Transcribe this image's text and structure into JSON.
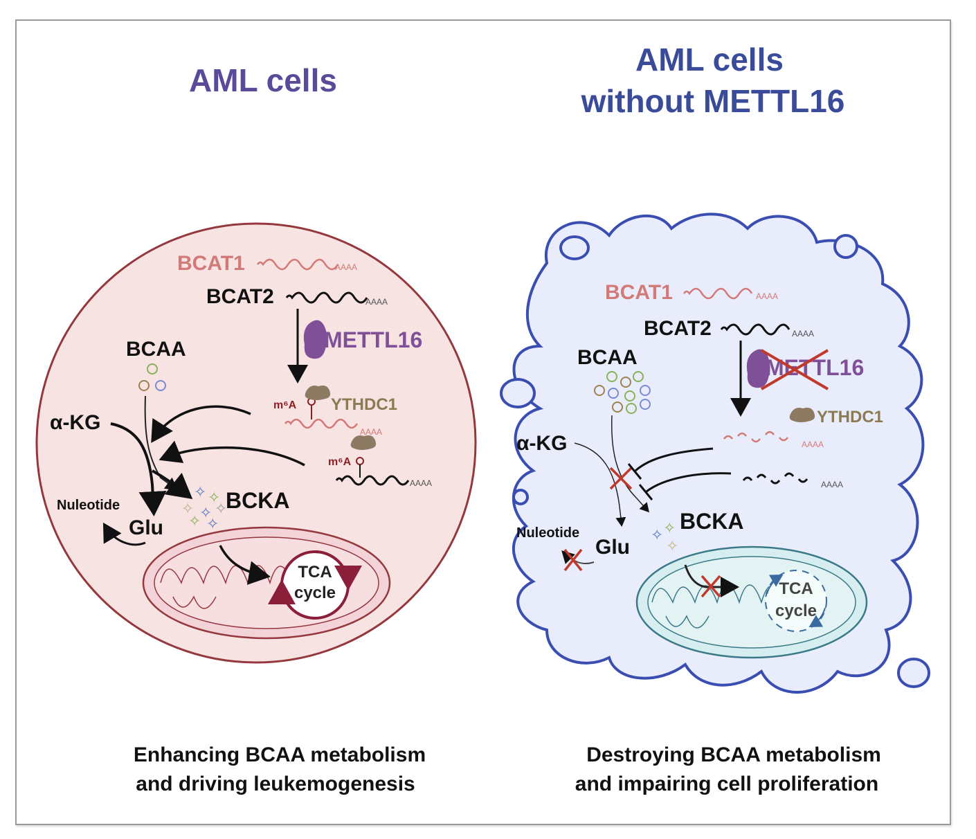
{
  "left": {
    "title": "AML cells",
    "bcat1": "BCAT1",
    "bcat2": "BCAT2",
    "mettl16": "METTL16",
    "m6a_1": "m⁶A",
    "m6a_2": "m⁶A",
    "ythdc1": "YTHDC1",
    "bcaa": "BCAA",
    "akg": "α-KG",
    "bcka": "BCKA",
    "nucleotide": "Nuleotide",
    "glu": "Glu",
    "tca1": "TCA",
    "tca2": "cycle",
    "polyA_1": "AAAA",
    "polyA_2": "AAAA",
    "polyA_3": "AAAA",
    "polyA_4": "AAAA",
    "caption1": "Enhancing BCAA metabolism",
    "caption2": "and driving leukemogenesis"
  },
  "right": {
    "title1": "AML cells",
    "title2": "without METTL16",
    "bcat1": "BCAT1",
    "bcat2": "BCAT2",
    "mettl16": "METTL16",
    "ythdc1": "YTHDC1",
    "bcaa": "BCAA",
    "akg": "α-KG",
    "bcka": "BCKA",
    "nucleotide": "Nuleotide",
    "glu": "Glu",
    "tca1": "TCA",
    "tca2": "cycle",
    "polyA_1": "AAAA",
    "polyA_2": "AAAA",
    "polyA_3": "AAAA",
    "polyA_4": "AAAA",
    "caption1": "Destroying BCAA metabolism",
    "caption2": "and impairing cell proliferation"
  },
  "colors": {
    "title_purple": "#5b4a9a",
    "title_blue": "#3a4b9a",
    "bcat1_pink": "#d27a78",
    "mettl16_purple": "#7f4f98",
    "ythdc1_brown": "#8c7a52",
    "m6a_red": "#8b1f24",
    "left_cell_fill": "#f7e3e2",
    "left_cell_stroke": "#94383e",
    "right_cell_fill": "#e9edfb",
    "right_cell_stroke": "#3a4db0",
    "cross_red": "#c0392b"
  }
}
